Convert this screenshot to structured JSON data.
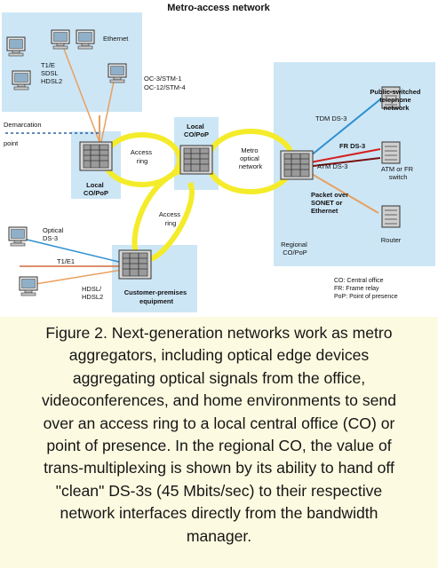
{
  "diagram": {
    "title": "Metro-access network",
    "labels": {
      "ethernet": "Ethernet",
      "t1e1_sdsl_hdsl2": [
        "T1/E",
        "SDSL",
        "HDSL2"
      ],
      "oc3_oc12": [
        "OC-3/STM-1",
        "OC-12/STM-4"
      ],
      "demarcation_point": [
        "Demarcation",
        "point"
      ],
      "local_co_left": [
        "Local",
        "CO/PoP"
      ],
      "access_ring_top": [
        "Access",
        "ring"
      ],
      "local_co_center": [
        "Local",
        "CO/PoP"
      ],
      "metro_optical_network": [
        "Metro",
        "optical",
        "network"
      ],
      "access_ring_bottom": [
        "Access",
        "ring"
      ],
      "tdm_ds3": "TDM DS-3",
      "fr_ds3": "FR DS-3",
      "atm_ds3": "ATM DS-3",
      "public_switched_network": [
        "Public-switched",
        "telephone",
        "network"
      ],
      "atm_fr_switch": [
        "ATM or FR",
        "switch"
      ],
      "packet_over_sonet": [
        "Packet over",
        "SONET or",
        "Ethernet"
      ],
      "router": "Router",
      "regional_co": [
        "Regional",
        "CO/PoP"
      ],
      "optical_ds3": [
        "Optical",
        "DS-3"
      ],
      "t1_e1": "T1/E1",
      "hdsl_hdsl2": [
        "HDSL/",
        "HDSL2"
      ],
      "customer_premises": [
        "Customer-premises",
        "equipment"
      ],
      "legend": [
        "CO: Central office",
        "FR: Frame relay",
        "PoP: Point of presence"
      ]
    },
    "colors": {
      "ring": "#f4ec2a",
      "blue_panel": "#cde6f5",
      "link_orange": "#e8a060",
      "link_blue": "#2e8fd0",
      "link_red": "#d42020",
      "link_darkred": "#7a1010",
      "caption_bg": "#fcfae0"
    },
    "icons": [
      "computer-icon",
      "router-icon",
      "switch-icon",
      "equipment-rack-icon"
    ]
  },
  "caption": {
    "lines": [
      "Figure 2. Next-generation networks work as metro",
      "aggregators, including optical edge devices",
      "aggregating optical signals from the office,",
      "videoconferences, and home environments to send",
      "over an access ring to a local central office (CO) or",
      "point of presence. In the regional CO, the value of",
      "trans-multiplexing is shown by its ability to hand off",
      "\"clean\" DS-3s (45 Mbits/sec) to their respective",
      "network interfaces directly from the bandwidth",
      "manager."
    ]
  }
}
